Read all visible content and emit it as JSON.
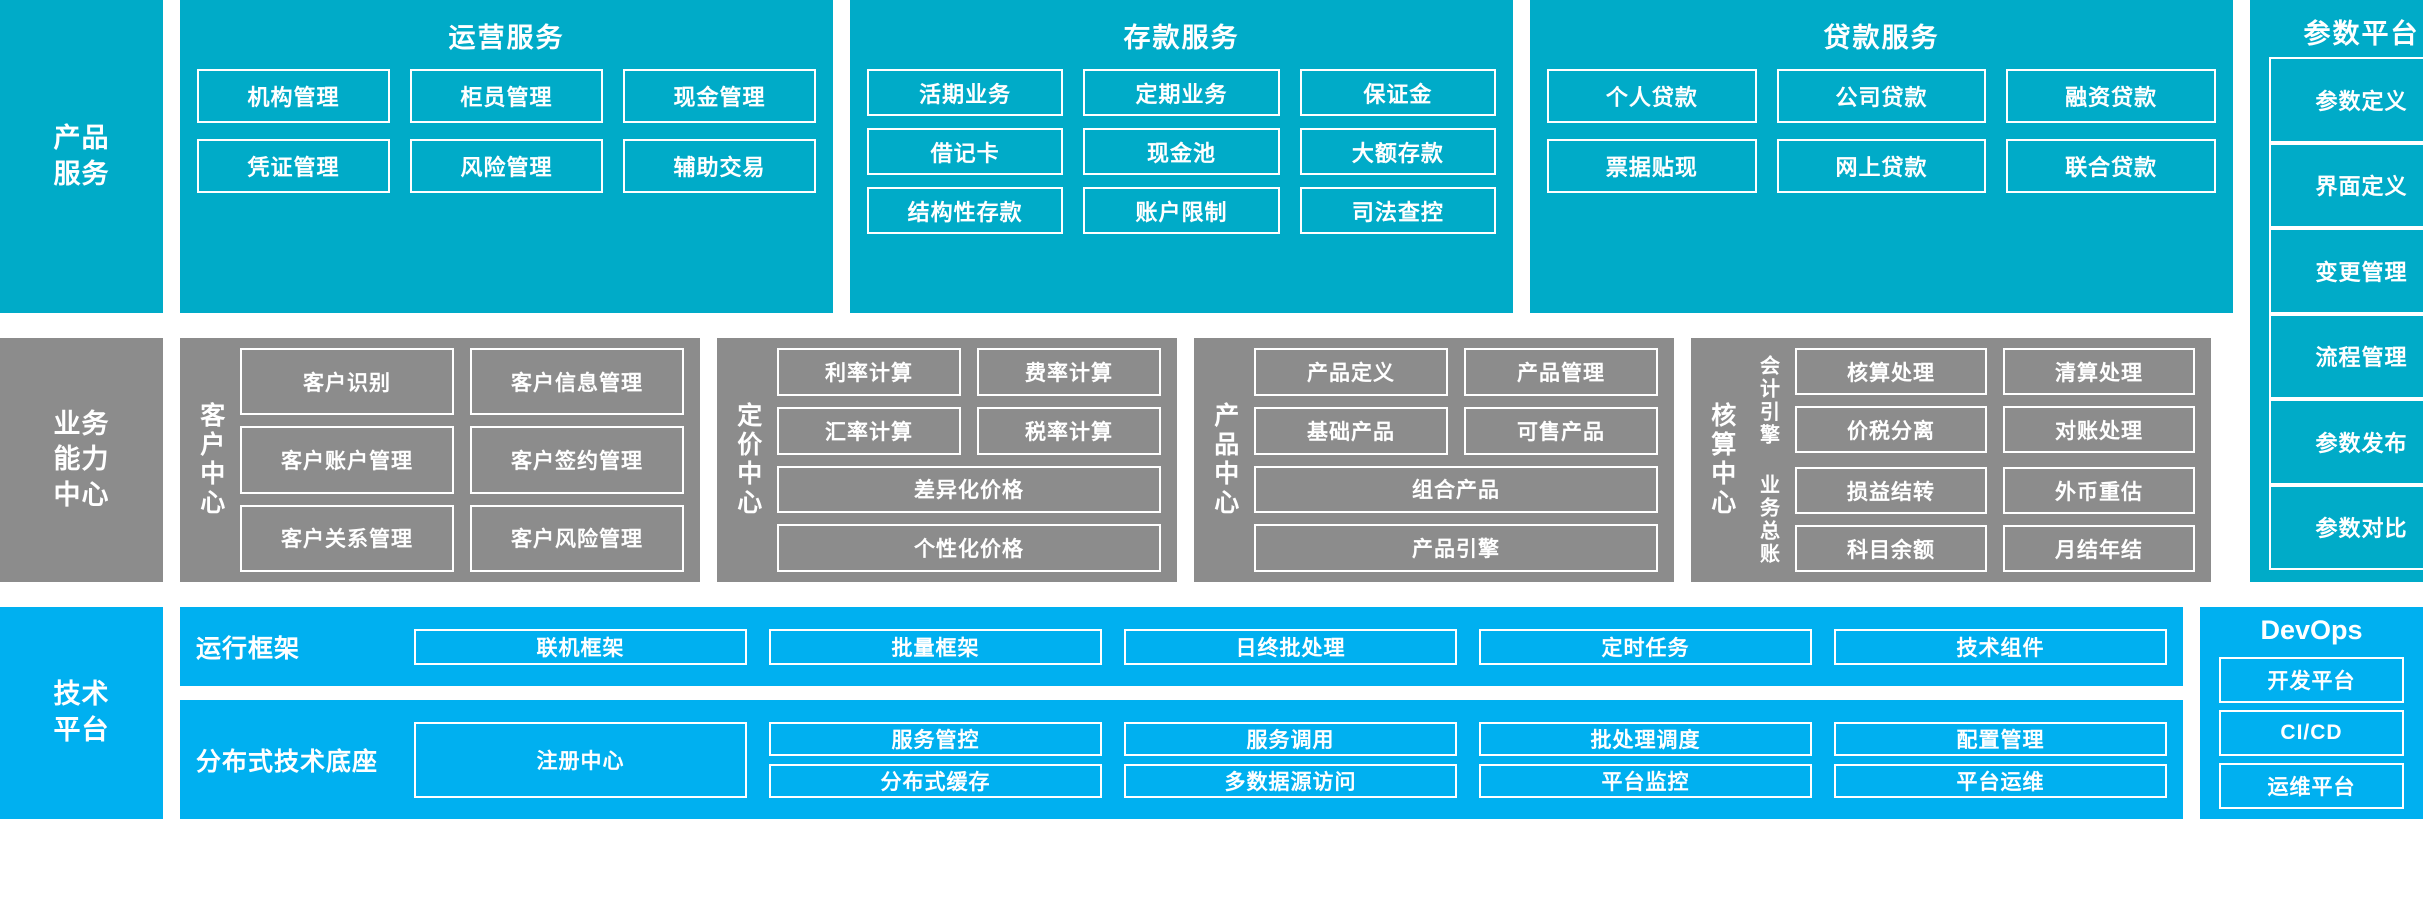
{
  "layers": {
    "product_service": "产品\n服务",
    "business_capability": "业务\n能力\n中心",
    "tech_platform": "技术\n平台"
  },
  "product_layer": {
    "operation_service": {
      "title": "运营服务",
      "rows": [
        [
          "机构管理",
          "柜员管理",
          "现金管理"
        ],
        [
          "凭证管理",
          "风险管理",
          "辅助交易"
        ]
      ]
    },
    "deposit_service": {
      "title": "存款服务",
      "rows": [
        [
          "活期业务",
          "定期业务",
          "保证金"
        ],
        [
          "借记卡",
          "现金池",
          "大额存款"
        ],
        [
          "结构性存款",
          "账户限制",
          "司法查控"
        ]
      ]
    },
    "loan_service": {
      "title": "贷款服务",
      "rows": [
        [
          "个人贷款",
          "公司贷款",
          "融资贷款"
        ],
        [
          "票据贴现",
          "网上贷款",
          "联合贷款"
        ]
      ]
    }
  },
  "parameter_platform": {
    "title": "参数平台",
    "items": [
      "参数定义",
      "界面定义",
      "变更管理",
      "流程管理",
      "参数发布",
      "参数对比"
    ]
  },
  "capability_layer": {
    "customer_center": {
      "label": "客户中心",
      "rows": [
        [
          "客户识别",
          "客户信息管理"
        ],
        [
          "客户账户管理",
          "客户签约管理"
        ],
        [
          "客户关系管理",
          "客户风险管理"
        ]
      ]
    },
    "pricing_center": {
      "label": "定价中心",
      "rows": [
        [
          "利率计算",
          "费率计算"
        ],
        [
          "汇率计算",
          "税率计算"
        ],
        [
          "差异化价格"
        ],
        [
          "个性化价格"
        ]
      ]
    },
    "product_center": {
      "label": "产品中心",
      "rows": [
        [
          "产品定义",
          "产品管理"
        ],
        [
          "基础产品",
          "可售产品"
        ],
        [
          "组合产品"
        ],
        [
          "产品引擎"
        ]
      ]
    },
    "accounting_center": {
      "label": "核算中心",
      "groups": [
        {
          "label": "会计引擎",
          "rows": [
            [
              "核算处理",
              "清算处理"
            ],
            [
              "价税分离",
              "对账处理"
            ]
          ]
        },
        {
          "label": "业务总账",
          "rows": [
            [
              "损益结转",
              "外币重估"
            ],
            [
              "科目余额",
              "月结年结"
            ]
          ]
        }
      ]
    }
  },
  "tech_layer": {
    "runtime_framework": {
      "name": "运行框架",
      "items": [
        "联机框架",
        "批量框架",
        "日终批处理",
        "定时任务",
        "技术组件"
      ]
    },
    "distributed_base": {
      "name": "分布式技术底座",
      "anchor": "注册中心",
      "columns": [
        [
          "服务管控",
          "分布式缓存"
        ],
        [
          "服务调用",
          "多数据源访问"
        ],
        [
          "批处理调度",
          "平台监控"
        ],
        [
          "配置管理",
          "平台运维"
        ]
      ]
    }
  },
  "devops": {
    "title": "DevOps",
    "items": [
      "开发平台",
      "CI/CD",
      "运维平台"
    ]
  },
  "colors": {
    "teal": "#00ABC8",
    "gray": "#8C8C8C",
    "blue": "#00B0F0",
    "border": "#FFFFFF"
  }
}
